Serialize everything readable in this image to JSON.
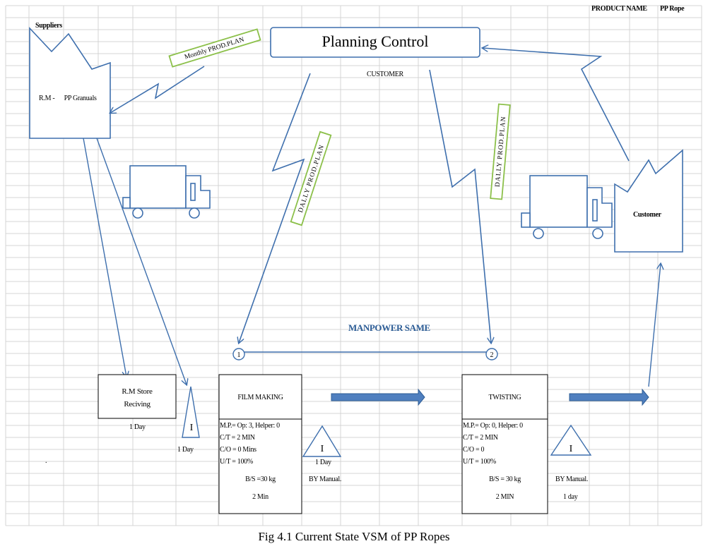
{
  "header": {
    "product_name_label": "PRODUCT NAME",
    "product_name_value": "PP Rope"
  },
  "supplier": {
    "title": "Suppliers",
    "material": "R.M -      PP Granuals"
  },
  "planning": {
    "title": "Planning Control",
    "customer_label": "CUSTOMER"
  },
  "customer": {
    "label": "Customer"
  },
  "info_flow": {
    "monthly": "Monthly PROD.PLAN",
    "daily_left": "DALLY  PROD.PLAN",
    "daily_right": "DALLY  PROD.PLAN"
  },
  "manpower": "MANPOWER SAME",
  "operators": [
    "1",
    "2"
  ],
  "store": {
    "line1": "R.M Store",
    "line2": "Reciving",
    "days": "1 Day"
  },
  "inventory": {
    "symbol": "I",
    "inv1_days": "1 Day",
    "inv2_days": "1 Day",
    "inv2_method": "BY Manual.",
    "inv3_method": "BY Manual.",
    "inv3_days": "1 day"
  },
  "processes": [
    {
      "name": "FILM MAKING",
      "rows": [
        "M.P.= Op: 3, Helper: 0",
        "C/T =  2 MIN",
        "C/O  =  0 Mins",
        "U/T =  100%"
      ],
      "bs": "B/S  =30 kg",
      "time": "2 Min"
    },
    {
      "name": "TWISTING",
      "rows": [
        "M.P.= Op: 0, Helper: 0",
        "C/T = 2 MIN",
        "C/O = 0",
        "U/T = 100%"
      ],
      "bs": "B/S = 30 kg",
      "time": "2 MIN"
    }
  ],
  "misc": {
    "dot": "."
  },
  "caption": "Fig 4.1 Current State VSM of PP Ropes"
}
